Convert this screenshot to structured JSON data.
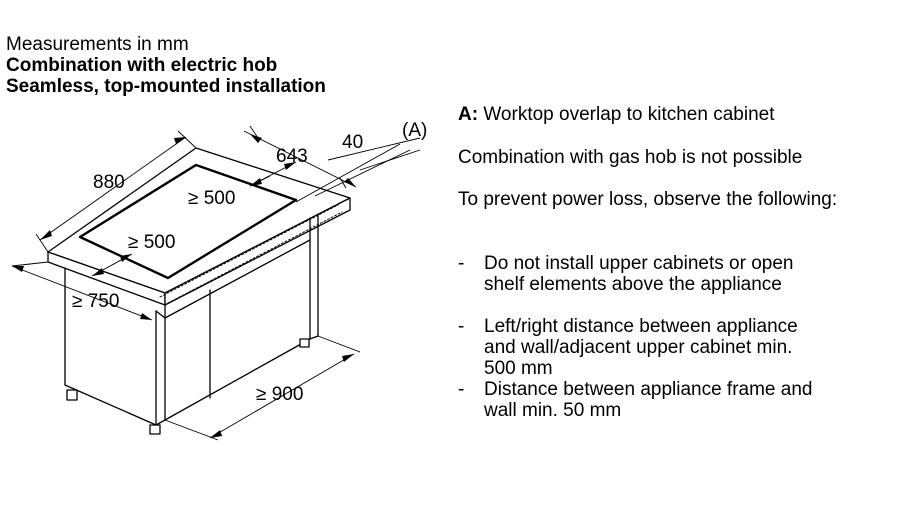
{
  "header": {
    "line1": "Measurements in mm",
    "line2": "Combination with electric hob",
    "line3": "Seamless, top-mounted installation"
  },
  "dimensions": {
    "d880": "880",
    "d643": "643",
    "d40": "40",
    "callout_a": "(A)",
    "d500_top": "≥ 500",
    "d500_left": "≥ 500",
    "d750": "≥ 750",
    "d900": "≥ 900"
  },
  "notes": {
    "a_key": "A:",
    "a_text": "Worktop overlap to kitchen cabinet",
    "gas": "Combination with gas hob is not possible",
    "power": "To prevent power loss, observe the following:",
    "bullets": [
      "Do not install upper cabinets or open\nshelf elements above the appliance",
      "Left/right distance between appliance\nand wall/adjacent upper cabinet min.\n500 mm",
      "Distance between appliance frame and\nwall min. 50 mm"
    ],
    "dash": "-"
  }
}
